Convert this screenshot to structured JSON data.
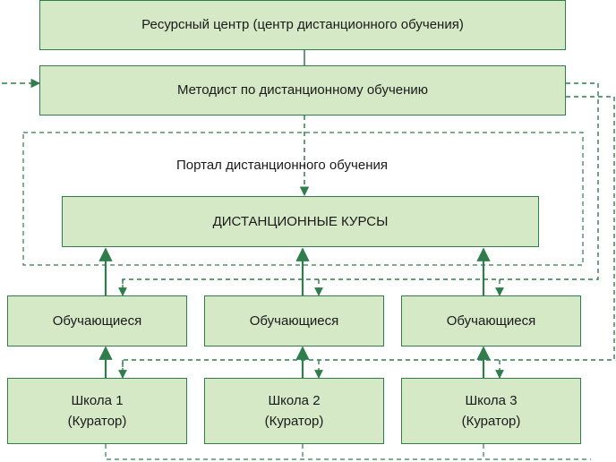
{
  "diagram": {
    "resource_center": "Ресурсный центр (центр дистанционного обучения)",
    "methodist": "Методист по дистанционному обучению",
    "portal_label": "Портал дистанционного обучения",
    "courses": "ДИСТАНЦИОННЫЕ КУРСЫ",
    "students": [
      "Обучающиеся",
      "Обучающиеся",
      "Обучающиеся"
    ],
    "schools": [
      {
        "name": "Школа 1",
        "role": "(Куратор)"
      },
      {
        "name": "Школа 2",
        "role": "(Куратор)"
      },
      {
        "name": "Школа 3",
        "role": "(Куратор)"
      }
    ],
    "colors": {
      "box_fill": "#d6e9c6",
      "line": "#2e7d4a"
    }
  }
}
